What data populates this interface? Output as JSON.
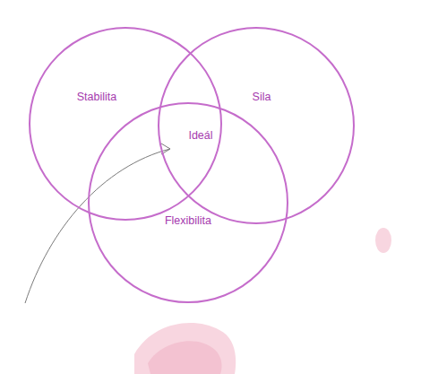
{
  "diagram": {
    "nodes": [
      {
        "text": [
          "Stabilita"
        ]
      },
      {
        "text": [
          "Sila"
        ]
      },
      {
        "text": [
          "Flexibilita"
        ]
      }
    ],
    "labels": [
      "Ideál"
    ]
  }
}
